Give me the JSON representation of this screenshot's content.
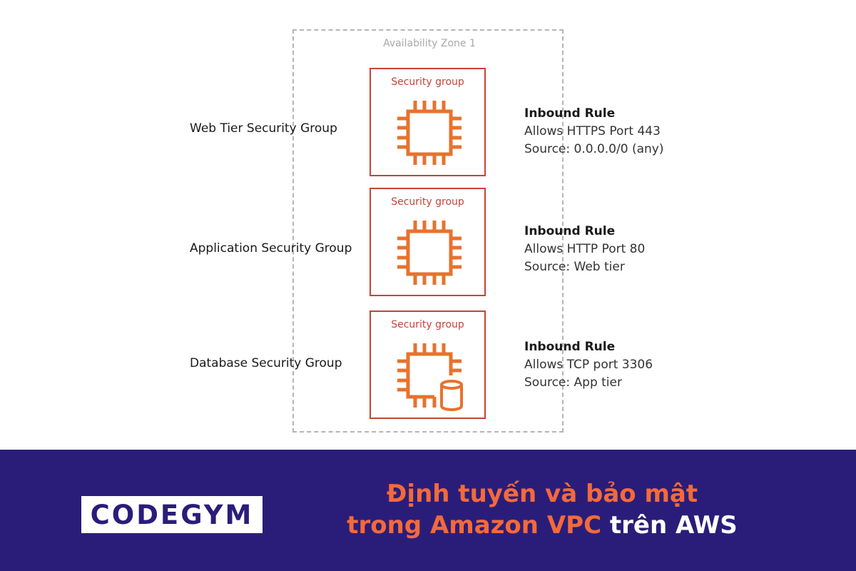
{
  "diagram": {
    "zone_label": "Availability Zone 1",
    "groups": [
      {
        "tier_label": "Web Tier Security Group",
        "box_title": "Security group",
        "icon": "chip-icon",
        "rule_title": "Inbound Rule",
        "rule_line1": "Allows HTTPS Port 443",
        "rule_line2": "Source: 0.0.0.0/0 (any)"
      },
      {
        "tier_label": "Application Security Group",
        "box_title": "Security group",
        "icon": "chip-icon",
        "rule_title": "Inbound Rule",
        "rule_line1": "Allows HTTP Port 80",
        "rule_line2": "Source: Web tier"
      },
      {
        "tier_label": "Database Security Group",
        "box_title": "Security group",
        "icon": "chip-database-icon",
        "rule_title": "Inbound Rule",
        "rule_line1": "Allows TCP port 3306",
        "rule_line2": "Source: App tier"
      }
    ]
  },
  "footer": {
    "logo_text": "CODEGYM",
    "title_line1": "Định tuyến và bảo mật",
    "title_line2_accent": "trong Amazon VPC",
    "title_line2_rest": " trên AWS"
  },
  "colors": {
    "accent": "#f26a3b",
    "security_group_border": "#c4443a",
    "footer_bg": "#2a1d7a",
    "chip_orange": "#e8722c"
  }
}
